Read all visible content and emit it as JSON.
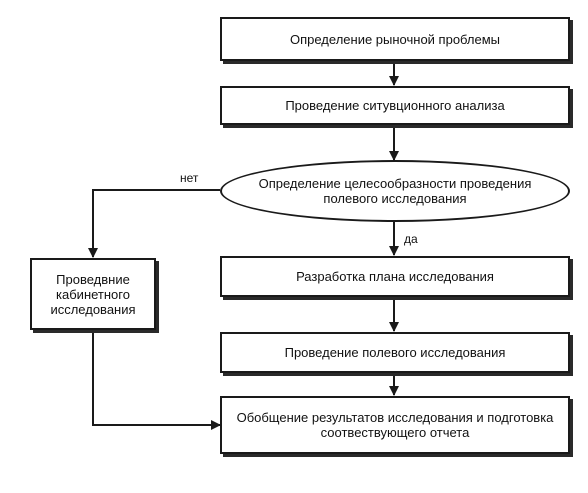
{
  "nodes": {
    "market_problem": "Определение рыночной проблемы",
    "situation_analysis": "Проведение ситувционного анализа",
    "feasibility": "Определение целесообразности проведения полевого исследования",
    "desk_research": "Проведвние кабинетного исследования",
    "research_plan": "Разработка плана исследования",
    "field_research": "Проведение полевого исследования",
    "summary_report": "Обобщение результатов исследования и подготовка соотвествующего отчета"
  },
  "edge_labels": {
    "no": "нет",
    "yes": "да"
  },
  "colors": {
    "stroke": "#1a1a1a",
    "text": "#111111",
    "background": "#ffffff"
  }
}
